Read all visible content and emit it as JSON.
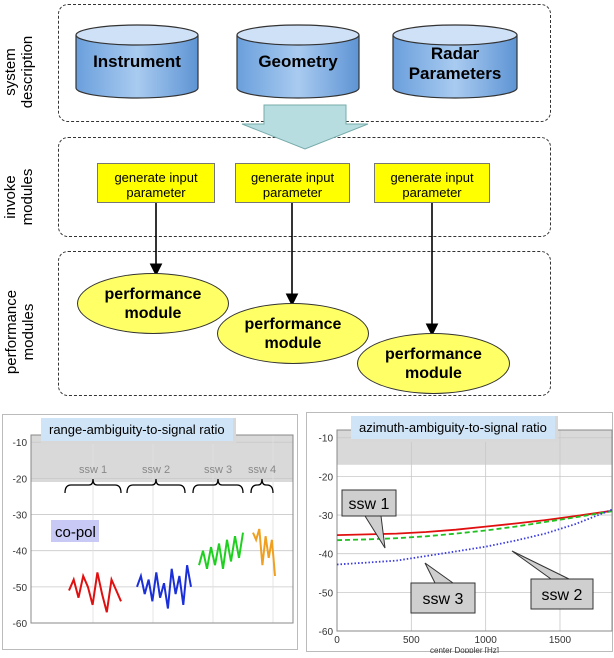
{
  "sections": {
    "system": "system description",
    "invoke": "invoke modules",
    "performance": "performance modules"
  },
  "cylinders": [
    {
      "label": "Instrument"
    },
    {
      "label": "Geometry"
    },
    {
      "label": "Radar\nParameters"
    }
  ],
  "input_boxes": [
    {
      "label": "generate input\nparameter"
    },
    {
      "label": "generate input\nparameter"
    },
    {
      "label": "generate input\nparameter"
    }
  ],
  "performance_modules": [
    {
      "label": "performance\nmodule"
    },
    {
      "label": "performance\nmodule"
    },
    {
      "label": "performance\nmodule"
    }
  ],
  "colors": {
    "cylinder": "#7fb0e6",
    "input_box": "#ffff00",
    "ellipse": "#ffff66",
    "big_arrow": "#b7dde0",
    "panel_title_bg": "#cfe4f6",
    "ambiguity_band": "#d9d9d9"
  },
  "chart_data": [
    {
      "type": "line",
      "title": "range-ambiguity-to-signal ratio",
      "yticks": [
        -10,
        -20,
        -30,
        -40,
        -50,
        -60
      ],
      "ylim": [
        -60,
        -8
      ],
      "shaded_band": [
        -21,
        -8
      ],
      "swath_labels": [
        "ssw 1",
        "ssw 2",
        "ssw 3",
        "ssw 4"
      ],
      "annotation": "co-pol",
      "series": [
        {
          "color": "#e01010",
          "x": [
            0,
            1,
            2,
            3,
            4,
            5,
            6,
            7,
            8,
            9,
            10,
            11
          ],
          "y": [
            -51,
            -48,
            -53,
            -47,
            -50,
            -55,
            -46,
            -52,
            -57,
            -48,
            -51,
            -54
          ]
        },
        {
          "color": "#1a2fd8",
          "x": [
            0,
            1,
            2,
            3,
            4,
            5,
            6,
            7,
            8,
            9,
            10,
            11,
            12,
            13,
            14
          ],
          "y": [
            -50,
            -47,
            -52,
            -48,
            -54,
            -46,
            -53,
            -49,
            -56,
            -45,
            -52,
            -47,
            -55,
            -44,
            -50
          ]
        },
        {
          "color": "#20d020",
          "x": [
            0,
            1,
            2,
            3,
            4,
            5,
            6,
            7,
            8,
            9,
            10,
            11
          ],
          "y": [
            -44,
            -40,
            -45,
            -39,
            -44,
            -38,
            -45,
            -37,
            -43,
            -36,
            -42,
            -35
          ]
        },
        {
          "color": "#f0a020",
          "x": [
            0,
            1,
            2,
            3,
            4,
            5,
            6,
            7
          ],
          "y": [
            -35,
            -37,
            -34,
            -44,
            -36,
            -42,
            -37,
            -47
          ]
        }
      ]
    },
    {
      "type": "line",
      "title": "azimuth-ambiguity-to-signal ratio",
      "xlabel": "center Doppler [Hz]",
      "xticks": [
        0,
        500,
        1000,
        1500
      ],
      "xlim": [
        0,
        1850
      ],
      "yticks": [
        -10,
        -20,
        -30,
        -40,
        -50,
        -60
      ],
      "ylim": [
        -60,
        -8
      ],
      "shaded_band": [
        -17,
        -8
      ],
      "series": [
        {
          "name": "ssw 1",
          "color": "#e01010",
          "style": "solid",
          "x": [
            0,
            200,
            400,
            600,
            800,
            1000,
            1200,
            1400,
            1600,
            1850
          ],
          "y": [
            -35.2,
            -35.0,
            -34.8,
            -34.4,
            -33.8,
            -33.0,
            -32.2,
            -31.3,
            -30.3,
            -28.9
          ]
        },
        {
          "name": "ssw 3",
          "color": "#20c020",
          "style": "dashed",
          "x": [
            0,
            200,
            400,
            600,
            800,
            1000,
            1200,
            1400,
            1600,
            1850
          ],
          "y": [
            -36.5,
            -36.3,
            -36.0,
            -35.5,
            -34.8,
            -34.0,
            -33.0,
            -31.8,
            -30.6,
            -29.0
          ]
        },
        {
          "name": "ssw 2",
          "color": "#3a3ae0",
          "style": "dotted",
          "x": [
            0,
            200,
            400,
            600,
            800,
            1000,
            1200,
            1400,
            1600,
            1850
          ],
          "y": [
            -42.8,
            -42.3,
            -41.8,
            -40.6,
            -39.4,
            -38.2,
            -36.6,
            -34.8,
            -32.4,
            -28.6
          ]
        }
      ],
      "callouts": [
        "ssw 1",
        "ssw 3",
        "ssw 2"
      ]
    }
  ]
}
